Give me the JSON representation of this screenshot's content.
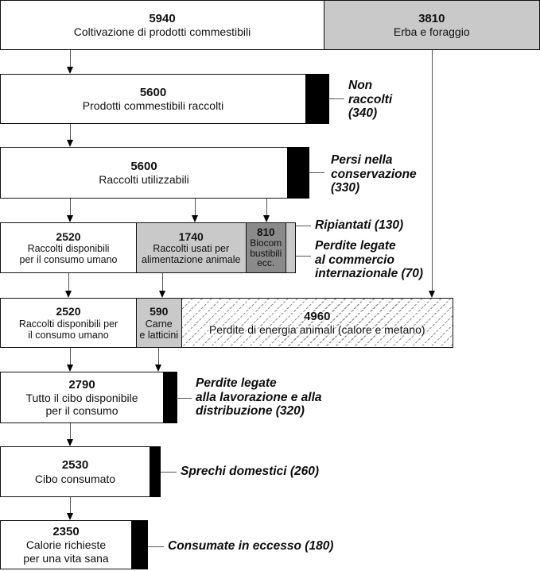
{
  "diagram": {
    "description": "Flusso delle calorie alimentari (diagramma a blocchi)",
    "boxes": {
      "coltivazione": {
        "value": "5940",
        "label": "Coltivazione di prodotti commestibili"
      },
      "erba_foraggio": {
        "value": "3810",
        "label": "Erba e foraggio"
      },
      "prodotti_raccolti": {
        "value": "5600",
        "label": "Prodotti commestibili raccolti"
      },
      "raccolti_utilizzabili": {
        "value": "5600",
        "label": "Raccolti utilizzabili"
      },
      "disponibili_umano_1": {
        "value": "2520",
        "label": "Raccolti disponibili\nper il consumo umano"
      },
      "alimentazione_animale": {
        "value": "1740",
        "label": "Raccolti usati per\nalimentazione animale"
      },
      "biocombustibili": {
        "value": "810",
        "label": "Biocom\nbustibili\necc."
      },
      "disponibili_umano_2": {
        "value": "2520",
        "label": "Raccolti disponibili per\nil consumo umano"
      },
      "carne_latticini": {
        "value": "590",
        "label": "Carne\ne latticini"
      },
      "perdite_energia": {
        "value": "4960",
        "label": "Perdite di energia animali (calore e metano)"
      },
      "cibo_disponibile": {
        "value": "2790",
        "label": "Tutto il cibo disponibile\nper il consumo"
      },
      "cibo_consumato": {
        "value": "2530",
        "label": "Cibo consumato"
      },
      "calorie_richieste": {
        "value": "2350",
        "label": "Calorie richieste\nper una vita sana"
      }
    },
    "annotations": {
      "non_raccolti": "Non\nraccolti\n(340)",
      "persi_conservazione": "Persi nella\nconservazione\n(330)",
      "ripiantati": "Ripiantati (130)",
      "perdite_commercio": "Perdite legate\nal commercio\ninternazionale (70)",
      "perdite_lavorazione": "Perdite legate\nalla lavorazione e alla\ndistribuzione (320)",
      "sprechi_domestici": "Sprechi domestici (260)",
      "consumate_eccesso": "Consumate in eccesso (180)"
    },
    "colors": {
      "light_gray": "#c9c9c9",
      "dark_gray": "#8a8a8a",
      "black": "#000000",
      "white": "#ffffff"
    }
  }
}
